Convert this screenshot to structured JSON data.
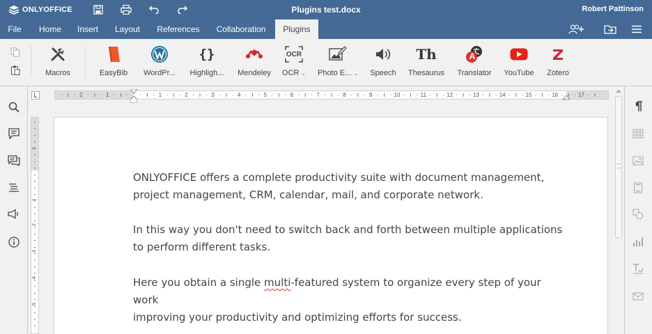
{
  "app": {
    "logo_text": "ONLYOFFICE",
    "document_title": "Plugins test.docx",
    "user_name": "Robert Pattinson"
  },
  "quick_access": {
    "save": "save-icon",
    "print": "print-icon",
    "undo": "undo-icon",
    "redo": "redo-icon"
  },
  "menu_tabs": [
    {
      "label": "File"
    },
    {
      "label": "Home"
    },
    {
      "label": "Insert"
    },
    {
      "label": "Layout"
    },
    {
      "label": "References"
    },
    {
      "label": "Collaboration"
    },
    {
      "label": "Plugins",
      "active": true
    }
  ],
  "plugins": [
    {
      "label": "Macros"
    },
    {
      "label": "EasyBib"
    },
    {
      "label": "WordPr..."
    },
    {
      "label": "Highligh..."
    },
    {
      "label": "Mendeley"
    },
    {
      "label": "OCR"
    },
    {
      "label": "Photo E..."
    },
    {
      "label": "Speech"
    },
    {
      "label": "Thesaurus"
    },
    {
      "label": "Translator"
    },
    {
      "label": "YouTube"
    },
    {
      "label": "Zotero"
    }
  ],
  "plugin_icon_text": {
    "highlight": "{}",
    "ocr": "OCR",
    "thesaurus": "Th",
    "translator_badge": "A"
  },
  "ruler": {
    "corner": "L",
    "h_numbers": [
      "2",
      "1",
      "1",
      "2",
      "3",
      "4",
      "5",
      "6",
      "7",
      "8",
      "9",
      "10",
      "11",
      "12",
      "13",
      "14",
      "15",
      "16",
      "17"
    ],
    "v_numbers": [
      "1",
      "1",
      "2",
      "3",
      "4",
      "5"
    ]
  },
  "document": {
    "paragraphs": [
      {
        "line1": "ONLYOFFICE offers a complete productivity suite with document management,",
        "line2": "project management, CRM, calendar, mail, and corporate network."
      },
      {
        "line1": "In this way you don't need to switch back and forth between multiple applications",
        "line2": "to perform different tasks."
      },
      {
        "line1_before": "Here you obtain a single ",
        "line1_misspelled": "multi",
        "line1_after": "-featured system to organize every step of your work",
        "line2": "improving your productivity and optimizing efforts for success."
      }
    ]
  },
  "colors": {
    "header": "#446995",
    "toolbar_bg": "#f1f1f1",
    "page_bg": "#ffffff",
    "easybib": "#f0572a",
    "wordpress": "#21759b",
    "mendeley": "#d9232e",
    "translator": "#e03030",
    "youtube": "#e62117",
    "zotero": "#cc2936",
    "spellcheck": "#e03030"
  }
}
